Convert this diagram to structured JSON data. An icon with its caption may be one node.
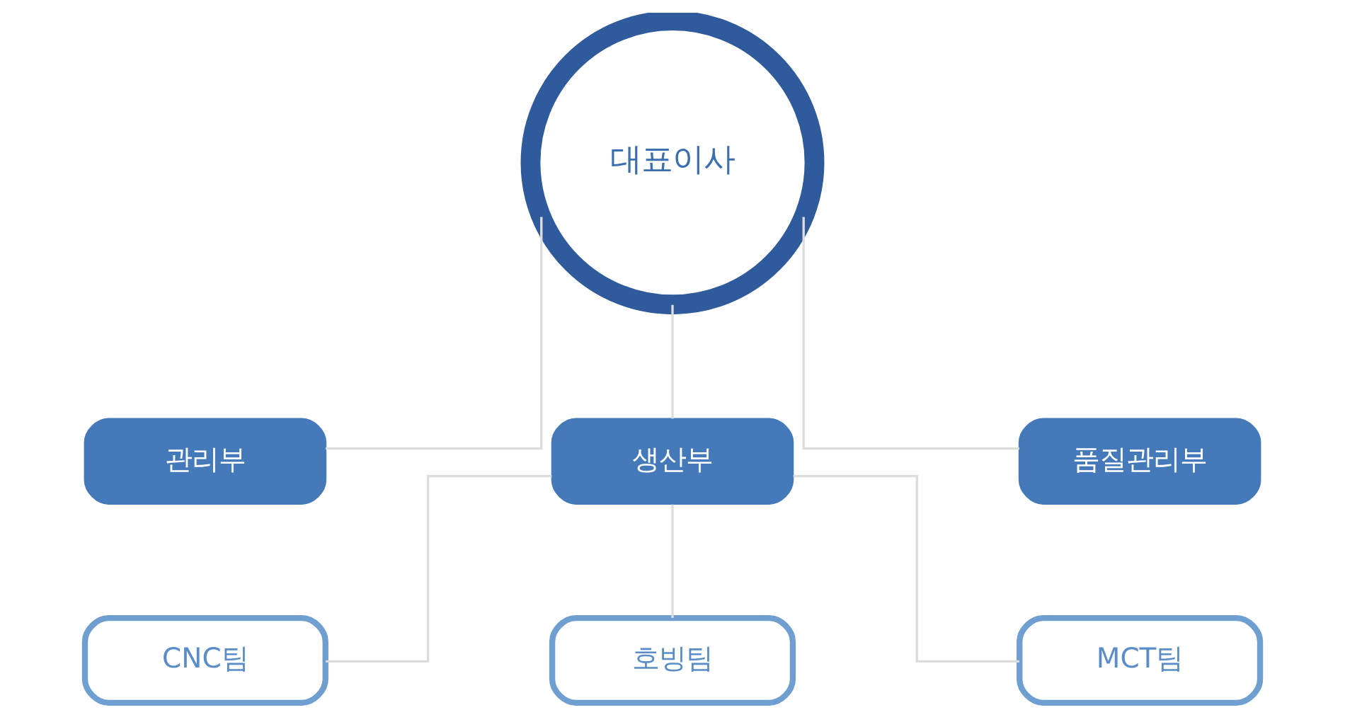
{
  "diagram": {
    "nodes": [
      {
        "text": [
          "대표이사"
        ]
      },
      {
        "text": [
          "관리부"
        ]
      },
      {
        "text": [
          "생산부"
        ]
      },
      {
        "text": [
          "품질관리부"
        ]
      },
      {
        "text": [
          "CNC팀"
        ]
      },
      {
        "text": [
          "호빙팀"
        ]
      },
      {
        "text": [
          "MCT팀"
        ]
      }
    ],
    "edges": [
      {
        "from": 0,
        "to": 1,
        "arrow": "none"
      },
      {
        "from": 0,
        "to": 2,
        "arrow": "none"
      },
      {
        "from": 0,
        "to": 3,
        "arrow": "none"
      },
      {
        "from": 2,
        "to": 4,
        "arrow": "none"
      },
      {
        "from": 2,
        "to": 5,
        "arrow": "none"
      },
      {
        "from": 2,
        "to": 6,
        "arrow": "none"
      }
    ]
  }
}
